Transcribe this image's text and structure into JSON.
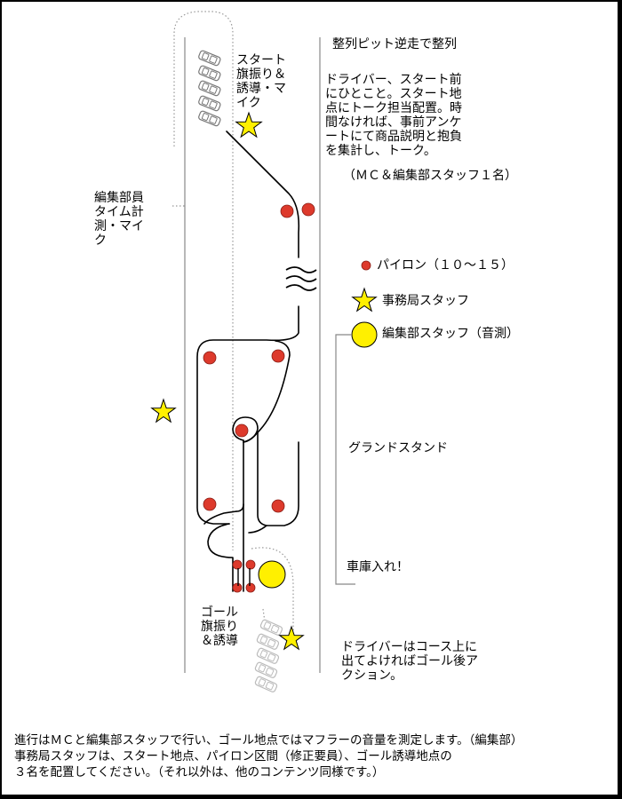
{
  "labels": {
    "pit_reverse": "整列ピット逆走で整列",
    "driver_note_lines": [
      "ドライバー、スタート前",
      "にひとこと。スタート地",
      "点にトーク担当配置。時",
      "間なければ、事前アンケ",
      "ートにて商品説明と抱負",
      "を集計し、トーク。"
    ],
    "mc_staff": "（ＭＣ＆編集部スタッフ１名）",
    "start_flag_lines": [
      "スタート",
      "旗振り＆",
      "誘導・マ",
      "イク"
    ],
    "editor_timing_lines": [
      "編集部員",
      "タイム計",
      "測・マイ",
      "ク"
    ],
    "grandstand": "グランドスタンド",
    "garage": "車庫入れ！",
    "goal_flag_lines": [
      "ゴール",
      "旗振り",
      "＆誘導"
    ],
    "driver_action_lines": [
      "ドライバーはコース上に",
      "出てよければゴール後ア",
      "クション。"
    ],
    "footer_lines": [
      "進行はＭＣと編集部スタッフで行い、ゴール地点ではマフラーの音量を測定します。（編集部）",
      "事務局スタッフは、スタート地点、パイロン区間（修正要員）、ゴール誘導地点の",
      "３名を配置してください。（それ以外は、他のコンテンツ同様です。）"
    ]
  },
  "legend": {
    "pylon": "パイロン（１０～１５）",
    "office_staff": "事務局スタッフ",
    "editor_staff": "編集部スタッフ（音測）"
  },
  "colors": {
    "pylon": "#dd3a2c",
    "star": "#fff000",
    "circle": "#fff000"
  }
}
